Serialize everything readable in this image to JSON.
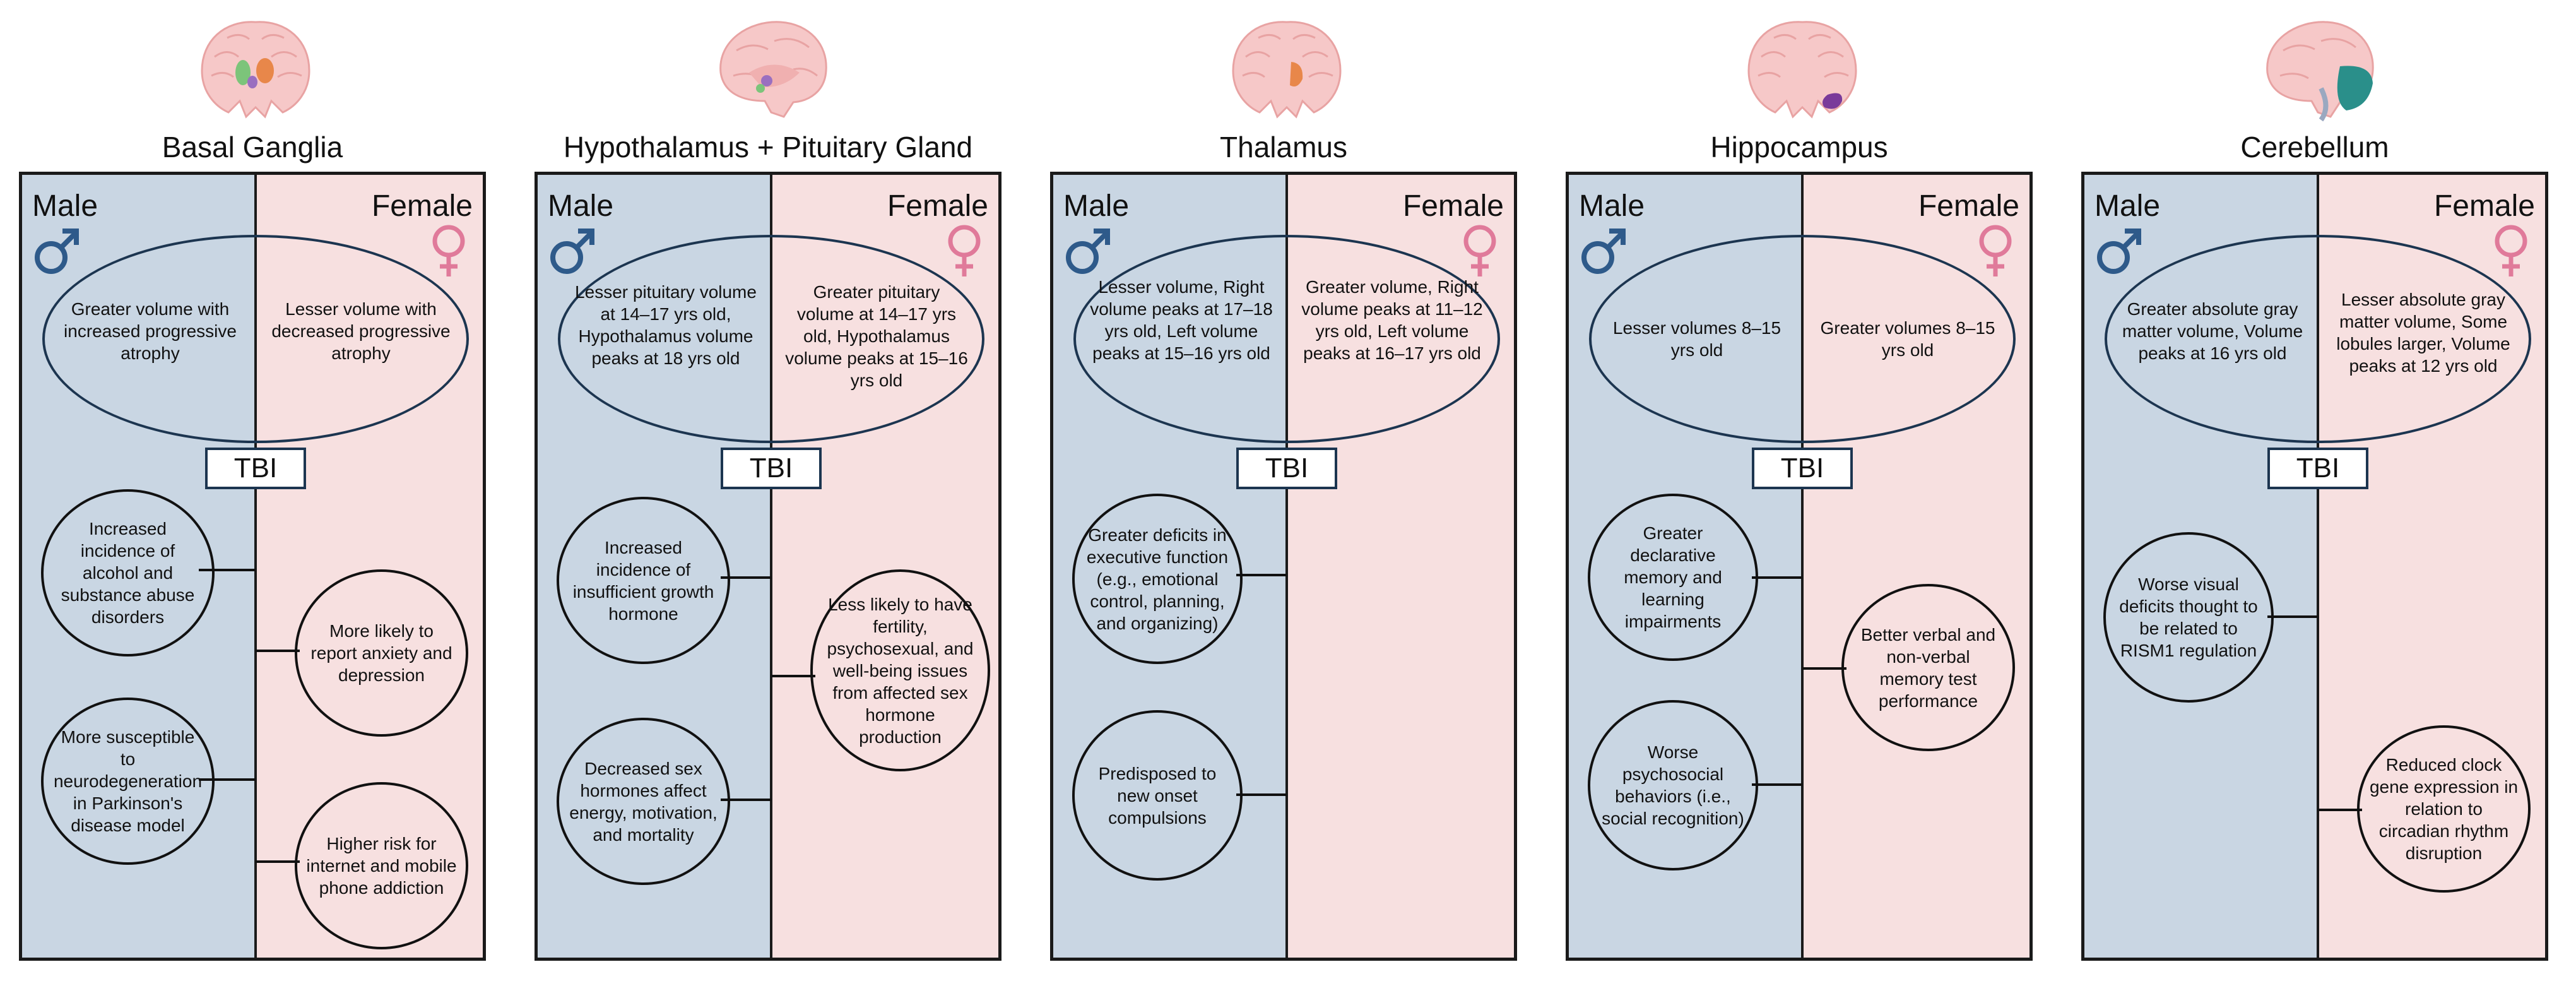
{
  "panels": [
    {
      "title": "Basal Ganglia",
      "male_label": "Male",
      "female_label": "Female",
      "male_ellipse": "Greater volume with increased progressive atrophy",
      "female_ellipse": "Lesser volume with decreased progressive atrophy",
      "tbi": "TBI",
      "male_circles": [
        "Increased incidence of alcohol and substance abuse disorders",
        "More susceptible to neurodegeneration in Parkinson's disease model"
      ],
      "female_circles": [
        "More likely to report anxiety and depression",
        "Higher risk for internet and mobile phone addiction"
      ],
      "highlight_color": "#7cc47a"
    },
    {
      "title": "Hypothalamus + Pituitary Gland",
      "male_label": "Male",
      "female_label": "Female",
      "male_ellipse": "Lesser pituitary volume at 14–17 yrs old, Hypothalamus volume peaks at 18 yrs old",
      "female_ellipse": "Greater pituitary volume at 14–17 yrs old, Hypothalamus volume peaks at 15–16 yrs old",
      "tbi": "TBI",
      "male_circles": [
        "Increased incidence of insufficient growth hormone",
        "Decreased sex hormones affect energy, motivation, and mortality"
      ],
      "female_circles": [
        "Less likely to have fertility, psychosexual, and well-being issues from affected sex hormone production"
      ],
      "highlight_color": "#9a6fc0"
    },
    {
      "title": "Thalamus",
      "male_label": "Male",
      "female_label": "Female",
      "male_ellipse": "Lesser volume, Right volume peaks at 17–18 yrs old, Left volume peaks at 15–16 yrs old",
      "female_ellipse": "Greater volume, Right volume peaks at 11–12 yrs old, Left volume peaks at 16–17 yrs old",
      "tbi": "TBI",
      "male_circles": [
        "Greater deficits in executive function (e.g., emotional control, planning, and organizing)",
        "Predisposed to new onset compulsions"
      ],
      "female_circles": [],
      "highlight_color": "#e8874a"
    },
    {
      "title": "Hippocampus",
      "male_label": "Male",
      "female_label": "Female",
      "male_ellipse": "Lesser volumes 8–15 yrs old",
      "female_ellipse": "Greater volumes 8–15 yrs old",
      "tbi": "TBI",
      "male_circles": [
        "Greater declarative memory and learning impairments",
        "Worse psychosocial behaviors (i.e., social recognition)"
      ],
      "female_circles": [
        "Better verbal and non-verbal memory test performance"
      ],
      "highlight_color": "#7a3a9a"
    },
    {
      "title": "Cerebellum",
      "male_label": "Male",
      "female_label": "Female",
      "male_ellipse": "Greater absolute gray matter volume, Volume peaks at 16 yrs old",
      "female_ellipse": "Lesser absolute gray matter volume, Some lobules larger, Volume peaks at 12 yrs old",
      "tbi": "TBI",
      "male_circles": [
        "Worse visual deficits thought to be related to RISM1 regulation"
      ],
      "female_circles": [
        "Reduced clock gene expression in relation to circadian rhythm disruption"
      ],
      "highlight_color": "#2a8f8a"
    }
  ],
  "colors": {
    "male_bg": "#c9d6e3",
    "female_bg": "#f7e0e0",
    "male_symbol": "#2e5a8a",
    "female_symbol": "#e07a9a",
    "ellipse_border": "#1c3550",
    "brain_fill": "#f6c8c8"
  }
}
